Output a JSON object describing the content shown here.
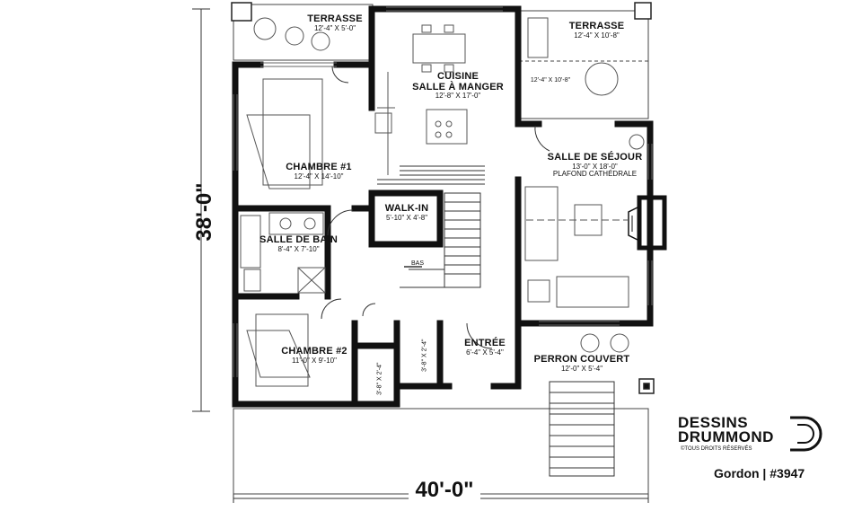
{
  "rooms": {
    "terrasse_left": {
      "name": "TERRASSE",
      "dims": "12'-4\" X 5'-0\""
    },
    "terrasse_right": {
      "name": "TERRASSE",
      "dims": "12'-4\" X 10'-8\""
    },
    "terrasse_right_note": "12'-4\" X 10'-8\"",
    "cuisine": {
      "name1": "CUISINE",
      "name2": "SALLE À MANGER",
      "dims": "12'-8\" X 17'-0\""
    },
    "chambre1": {
      "name": "CHAMBRE #1",
      "dims": "12'-4\" X 14'-10\""
    },
    "sejour": {
      "name": "SALLE DE SÉJOUR",
      "dims": "13'-0\" X 18'-0\"",
      "note": "PLAFOND CATHÉDRALE"
    },
    "walkin": {
      "name": "WALK-IN",
      "dims": "5'-10\" X 4'-8\""
    },
    "bain": {
      "name": "SALLE DE BAIN",
      "dims": "8'-4\" X 7'-10\""
    },
    "bas": "BAS",
    "chambre2": {
      "name": "CHAMBRE #2",
      "dims": "11'-0\" X 9'-10\""
    },
    "entree": {
      "name": "ENTRÉE",
      "dims": "6'-4\" X 5'-4\""
    },
    "perron": {
      "name": "PERRON COUVERT",
      "dims": "12'-0\" X 5'-4\""
    },
    "closet1": "3'-8\" X 2'-4\"",
    "closet2": "3'-8\" X 2'-4\""
  },
  "dimensions": {
    "depth": "38'-0\"",
    "width": "40'-0\""
  },
  "branding": {
    "line1": "DESSINS",
    "line2": "DRUMMOND",
    "rights": "©TOUS DROITS RÉSERVÉS",
    "plan_name": "Gordon | #3947"
  }
}
